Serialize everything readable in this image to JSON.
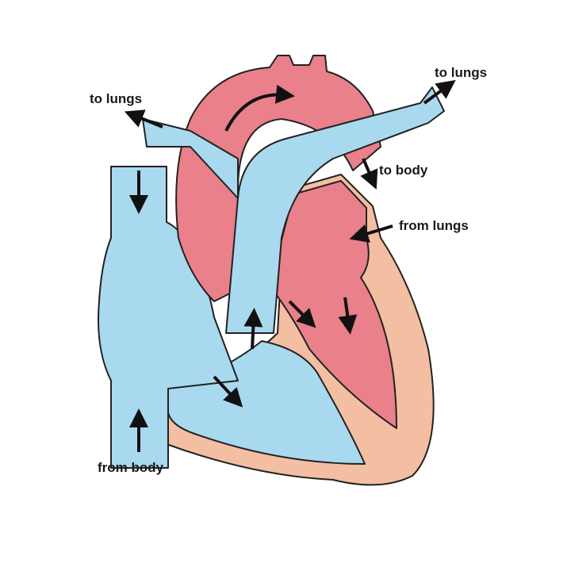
{
  "labels": {
    "to_lungs_left": "to lungs",
    "to_lungs_right": "to lungs",
    "to_body": "to body",
    "from_lungs": "from lungs",
    "from_body": "from body"
  },
  "colors": {
    "deoxygenated": "#a9d9ee",
    "oxygenated": "#e9808a",
    "muscle": "#f3bea2",
    "outline": "#222222"
  }
}
